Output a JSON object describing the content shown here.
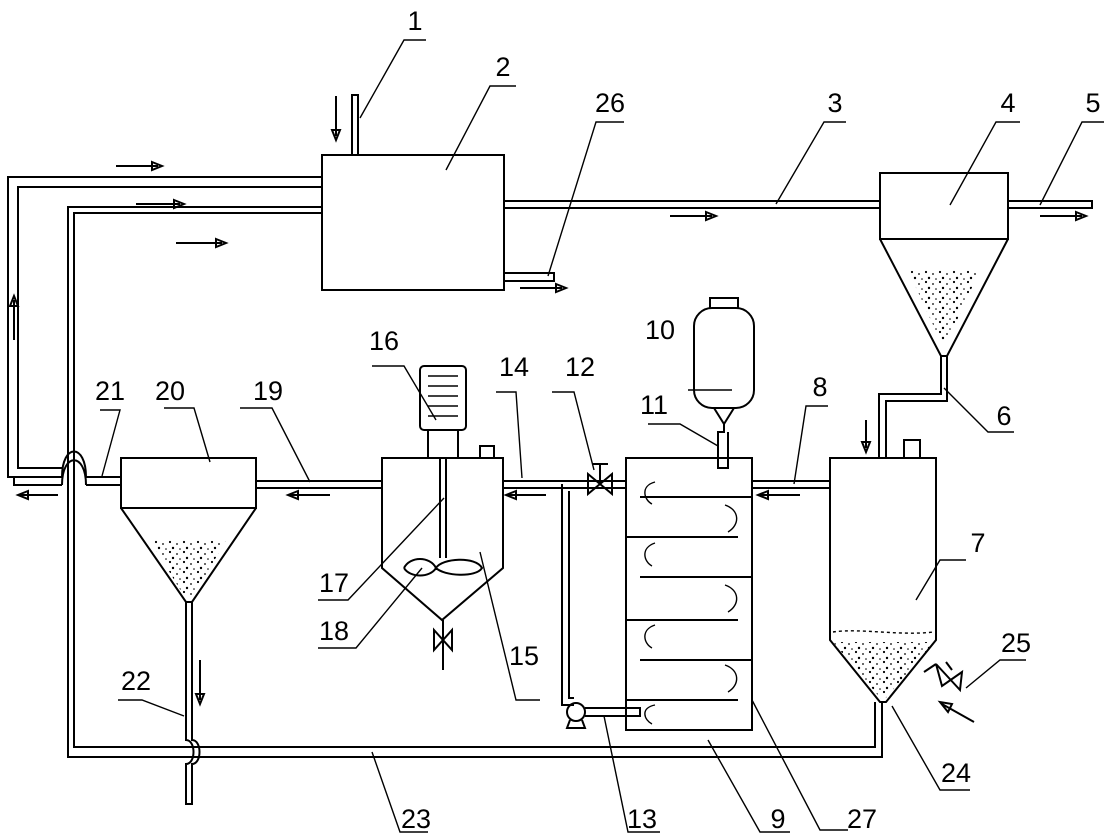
{
  "labels": {
    "l1": "1",
    "l2": "2",
    "l3": "3",
    "l4": "4",
    "l5": "5",
    "l6": "6",
    "l7": "7",
    "l8": "8",
    "l9": "9",
    "l10": "10",
    "l11": "11",
    "l12": "12",
    "l13": "13",
    "l14": "14",
    "l15": "15",
    "l16": "16",
    "l17": "17",
    "l18": "18",
    "l19": "19",
    "l20": "20",
    "l21": "21",
    "l22": "22",
    "l23": "23",
    "l24": "24",
    "l25": "25",
    "l26": "26",
    "l27": "27"
  },
  "colors": {
    "line": "#000000",
    "background": "#ffffff"
  }
}
